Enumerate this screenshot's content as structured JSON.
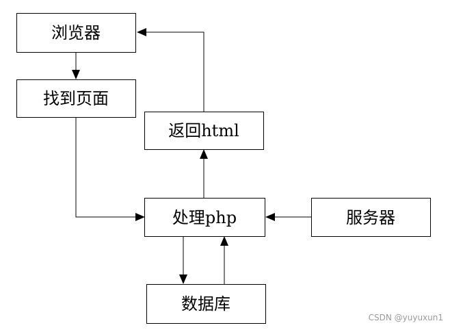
{
  "nodes": {
    "browser": "浏览器",
    "find_page": "找到页面",
    "return_html": "返回html",
    "process_php": "处理php",
    "server": "服务器",
    "database": "数据库"
  },
  "watermark": "CSDN @yuyuxun1",
  "colors": {
    "stroke": "#000000",
    "background": "#ffffff",
    "watermark": "#999999"
  }
}
